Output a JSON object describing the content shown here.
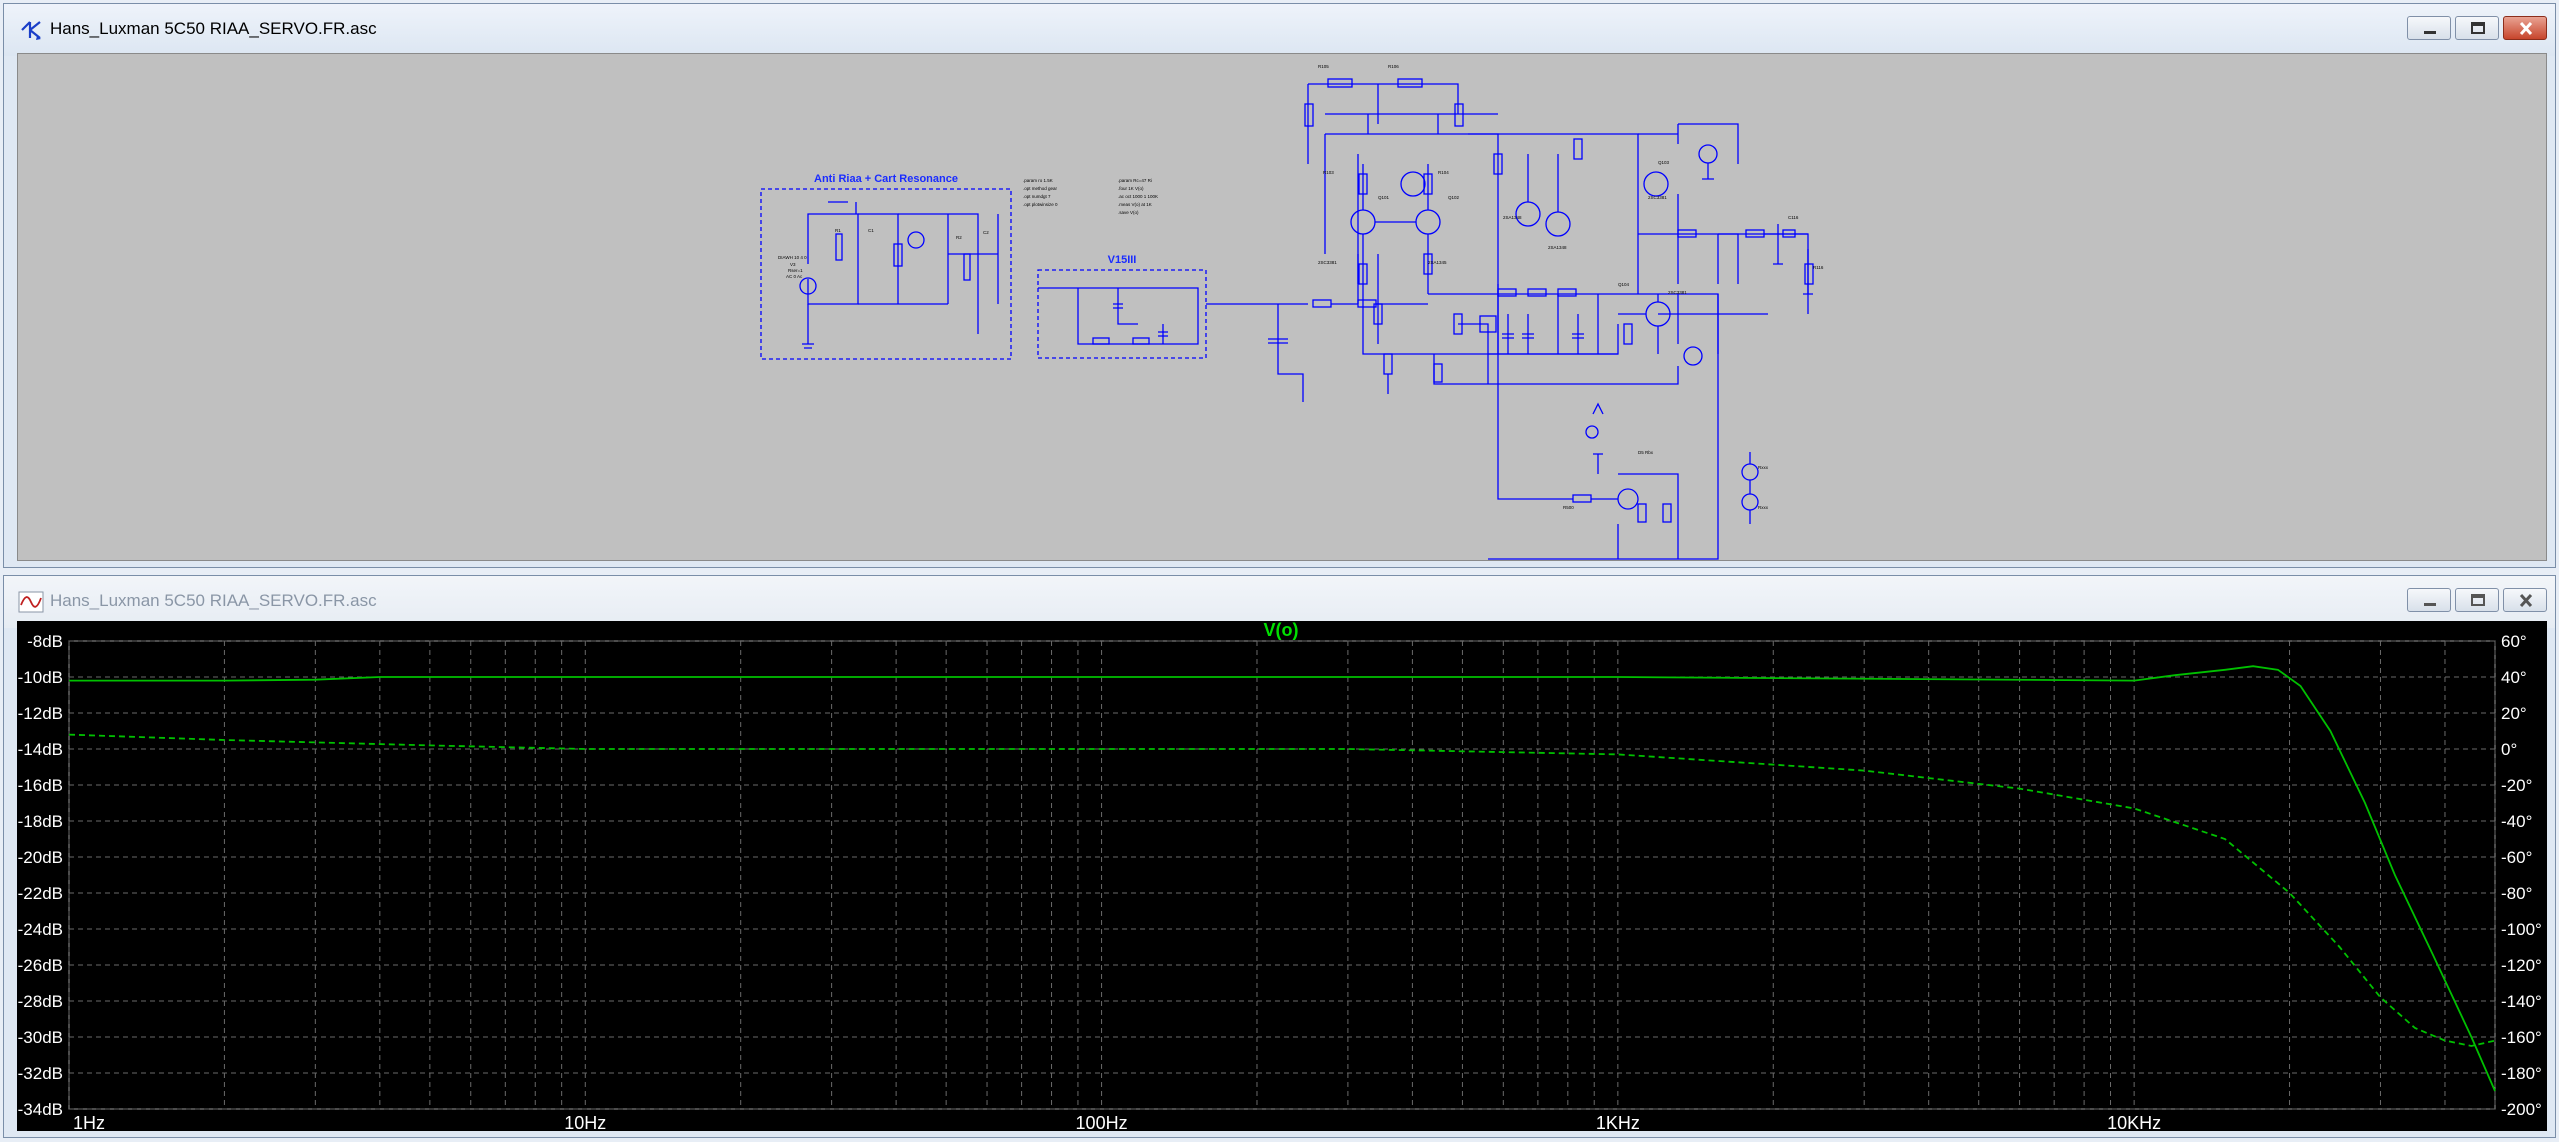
{
  "schematic_window": {
    "title": "Hans_Luxman 5C50 RIAA_SERVO.FR.asc",
    "icon": "schematic-icon"
  },
  "plot_window": {
    "title": "Hans_Luxman 5C50 RIAA_SERVO.FR.asc",
    "icon": "waveform-icon"
  },
  "window_controls": {
    "minimize": "minimize-icon",
    "maximize": "maximize-icon",
    "close": "close-icon"
  },
  "schematic": {
    "label_anti_riaa": "Anti Riaa + Cart Resonance",
    "label_v15": "V15III"
  },
  "colors": {
    "wire": "#0000ff",
    "trace": "#00c000",
    "grid": "#6a6a6a",
    "axis_text": "#ffffff",
    "background": "#000000"
  },
  "chart_data": {
    "type": "line",
    "title": "V(o)",
    "x_scale": "log",
    "xlim": [
      1,
      50000
    ],
    "x_tick_labels": [
      "1Hz",
      "10Hz",
      "100Hz",
      "1KHz",
      "10KHz"
    ],
    "x_ticks": [
      1,
      10,
      100,
      1000,
      10000
    ],
    "ylim_left": [
      -34,
      -8
    ],
    "y_left_tick_labels": [
      "-8dB",
      "-10dB",
      "-12dB",
      "-14dB",
      "-16dB",
      "-18dB",
      "-20dB",
      "-22dB",
      "-24dB",
      "-26dB",
      "-28dB",
      "-30dB",
      "-32dB",
      "-34dB"
    ],
    "y_left_ticks": [
      -8,
      -10,
      -12,
      -14,
      -16,
      -18,
      -20,
      -22,
      -24,
      -26,
      -28,
      -30,
      -32,
      -34
    ],
    "ylim_right": [
      -200,
      60
    ],
    "y_right_tick_labels": [
      "60°",
      "40°",
      "20°",
      "0°",
      "-20°",
      "-40°",
      "-60°",
      "-80°",
      "-100°",
      "-120°",
      "-140°",
      "-160°",
      "-180°",
      "-200°"
    ],
    "y_right_ticks": [
      60,
      40,
      20,
      0,
      -20,
      -40,
      -60,
      -80,
      -100,
      -120,
      -140,
      -160,
      -180,
      -200
    ],
    "grid": true,
    "series": [
      {
        "axis": "left",
        "style": "solid",
        "x": [
          1,
          2,
          3,
          4,
          10,
          100,
          1000,
          10000,
          12000,
          15000,
          17000,
          19000,
          21000,
          24000,
          28000,
          32000,
          38000,
          45000,
          50000
        ],
        "y": [
          -10.2,
          -10.2,
          -10.15,
          -10.0,
          -10.0,
          -10.0,
          -10.0,
          -10.2,
          -9.9,
          -9.6,
          -9.4,
          -9.6,
          -10.5,
          -13.0,
          -17.0,
          -21.0,
          -25.5,
          -30.0,
          -33.0
        ]
      },
      {
        "axis": "right",
        "style": "dashed",
        "x": [
          1,
          2,
          5,
          10,
          30,
          100,
          300,
          1000,
          3000,
          6000,
          10000,
          15000,
          20000,
          25000,
          30000,
          35000,
          40000,
          45000,
          50000
        ],
        "y": [
          8,
          5,
          2,
          0,
          0,
          0,
          0,
          -3,
          -12,
          -22,
          -33,
          -50,
          -80,
          -110,
          -138,
          -155,
          -162,
          -165,
          -162
        ]
      }
    ]
  }
}
